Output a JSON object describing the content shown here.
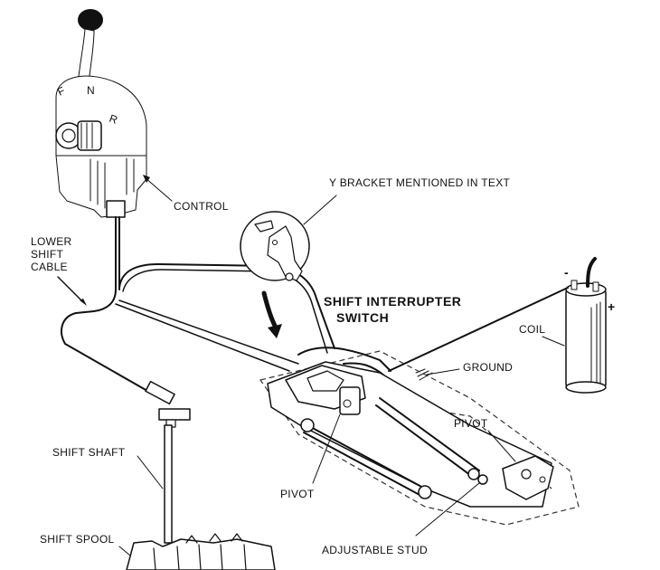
{
  "labels": {
    "control": "CONTROL",
    "lower_shift_cable": [
      "LOWER",
      "SHIFT",
      "CABLE"
    ],
    "y_bracket": "Y BRACKET MENTIONED IN TEXT",
    "shift_interrupter_switch": [
      "SHIFT INTERRUPTER",
      "SWITCH"
    ],
    "coil": "COIL",
    "ground": "GROUND",
    "pivot_right": "PIVOT",
    "pivot_left": "PIVOT",
    "shift_shaft": "SHIFT SHAFT",
    "shift_spool": "SHIFT SPOOL",
    "adjustable_stud": "ADJUSTABLE STUD"
  },
  "gear_letters": {
    "forward": "F",
    "neutral": "N",
    "reverse": "R"
  },
  "coil_polarity": {
    "negative": "-",
    "positive": "+"
  },
  "colors": {
    "ink": "#111111",
    "background": "#ffffff"
  }
}
